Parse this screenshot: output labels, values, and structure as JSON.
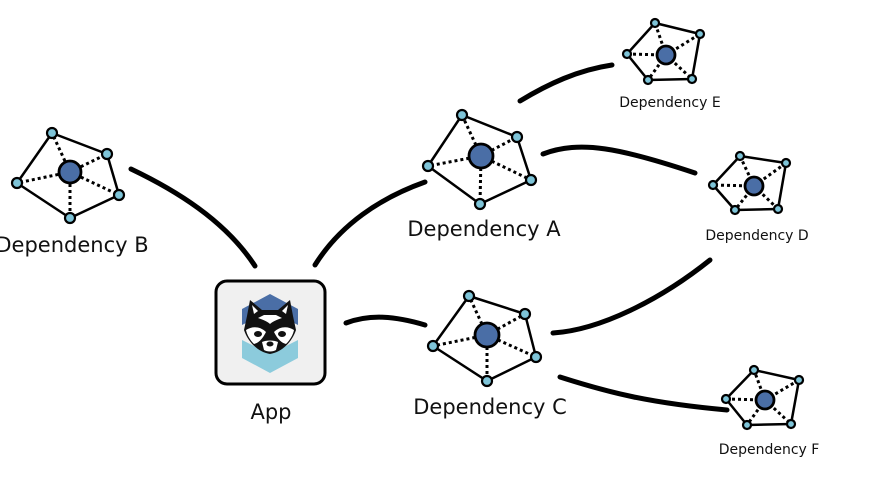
{
  "diagram": {
    "type": "dependency-graph",
    "colors": {
      "hub": "#4a6ea6",
      "outer_node": "#7ec4d8",
      "line": "#000000",
      "app_bg": "#f0f0f0",
      "logo_top": "#4a6ea6",
      "logo_bottom": "#8ccbdc"
    },
    "app": {
      "label": "App",
      "icon": "raccoon-logo-icon"
    },
    "nodes": [
      {
        "id": "B",
        "label": "Dependency B",
        "icon": "network-cluster-icon"
      },
      {
        "id": "A",
        "label": "Dependency A",
        "icon": "network-cluster-icon"
      },
      {
        "id": "C",
        "label": "Dependency C",
        "icon": "network-cluster-icon"
      },
      {
        "id": "E",
        "label": "Dependency E",
        "icon": "network-cluster-icon"
      },
      {
        "id": "D",
        "label": "Dependency D",
        "icon": "network-cluster-icon"
      },
      {
        "id": "F",
        "label": "Dependency F",
        "icon": "network-cluster-icon"
      }
    ],
    "edges": [
      {
        "from": "App",
        "to": "B"
      },
      {
        "from": "App",
        "to": "A"
      },
      {
        "from": "App",
        "to": "C"
      },
      {
        "from": "A",
        "to": "E"
      },
      {
        "from": "A",
        "to": "D"
      },
      {
        "from": "C",
        "to": "D"
      },
      {
        "from": "C",
        "to": "F"
      }
    ]
  }
}
